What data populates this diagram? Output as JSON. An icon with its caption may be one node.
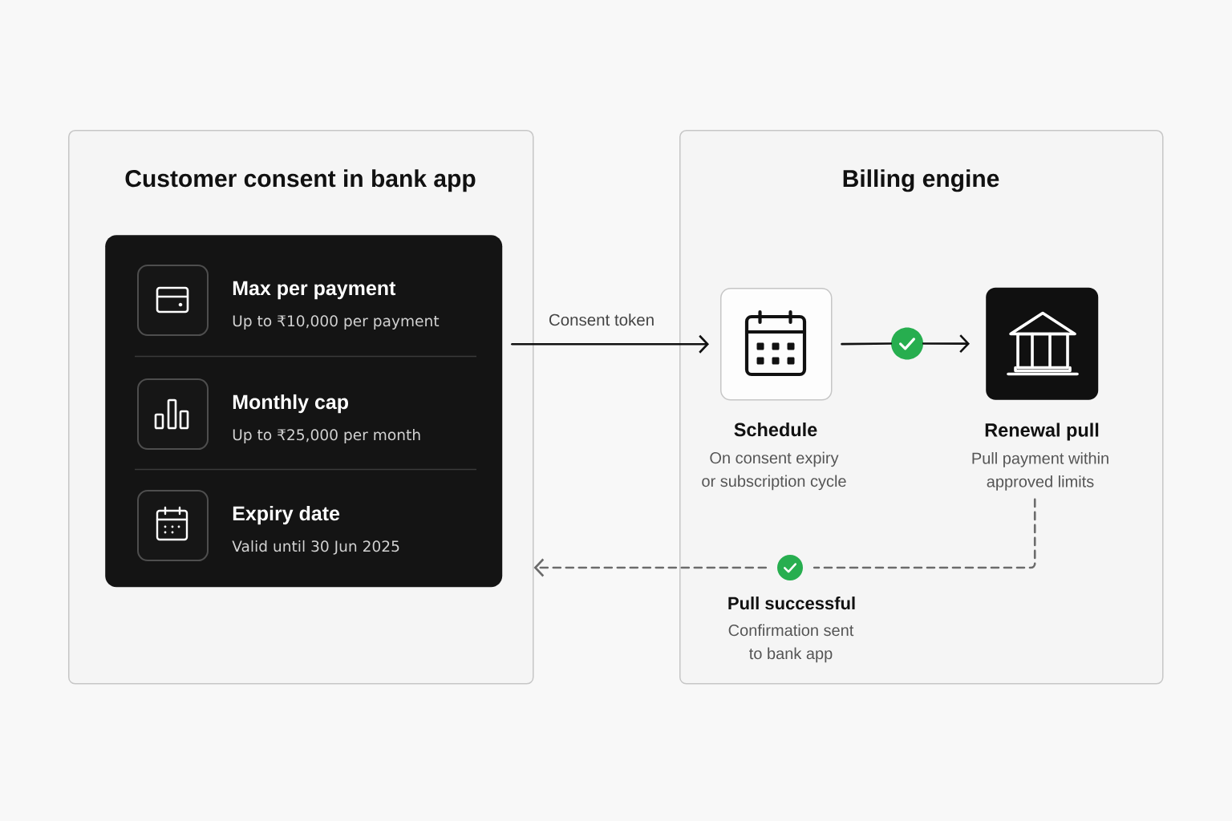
{
  "diagram": {
    "nodes": [
      {
        "text": [
          "Customer consent in bank app"
        ]
      },
      {
        "text": [],
        "shape": "box",
        "in": 0
      },
      {
        "text": [
          "Max per payment",
          "Up to ₹10,000 per payment"
        ],
        "in": 1
      },
      {
        "text": [
          "Monthly cap",
          "Up to ₹25,000 per month"
        ],
        "in": 1
      },
      {
        "text": [
          "Expiry date",
          "Valid until 30 Jun 2025"
        ],
        "in": 1
      },
      {
        "text": [
          "Billing engine"
        ]
      },
      {
        "text": [
          "Schedule",
          "On consent expiry or subscription cycle"
        ],
        "in": 5
      },
      {
        "text": [],
        "shape": "circle",
        "in": 5
      },
      {
        "text": [
          "Renewal pull",
          "Pull payment within approved limits"
        ],
        "in": 5
      },
      {
        "text": [
          "Pull successful",
          "Confirmation sent to bank app"
        ],
        "in": 5
      }
    ],
    "edges": [
      {
        "from": 1,
        "to": 6,
        "arrow": "to",
        "label": "Consent token"
      },
      {
        "from": 6,
        "to": 7,
        "arrow": "none"
      },
      {
        "from": 7,
        "to": 8,
        "arrow": "to"
      },
      {
        "from": 8,
        "to": 9,
        "arrow": "none",
        "style": "dashed",
        "color": "#6b6b6b"
      },
      {
        "from": 9,
        "to": 0,
        "arrow": "to",
        "style": "dashed",
        "color": "#6b6b6b"
      }
    ]
  }
}
